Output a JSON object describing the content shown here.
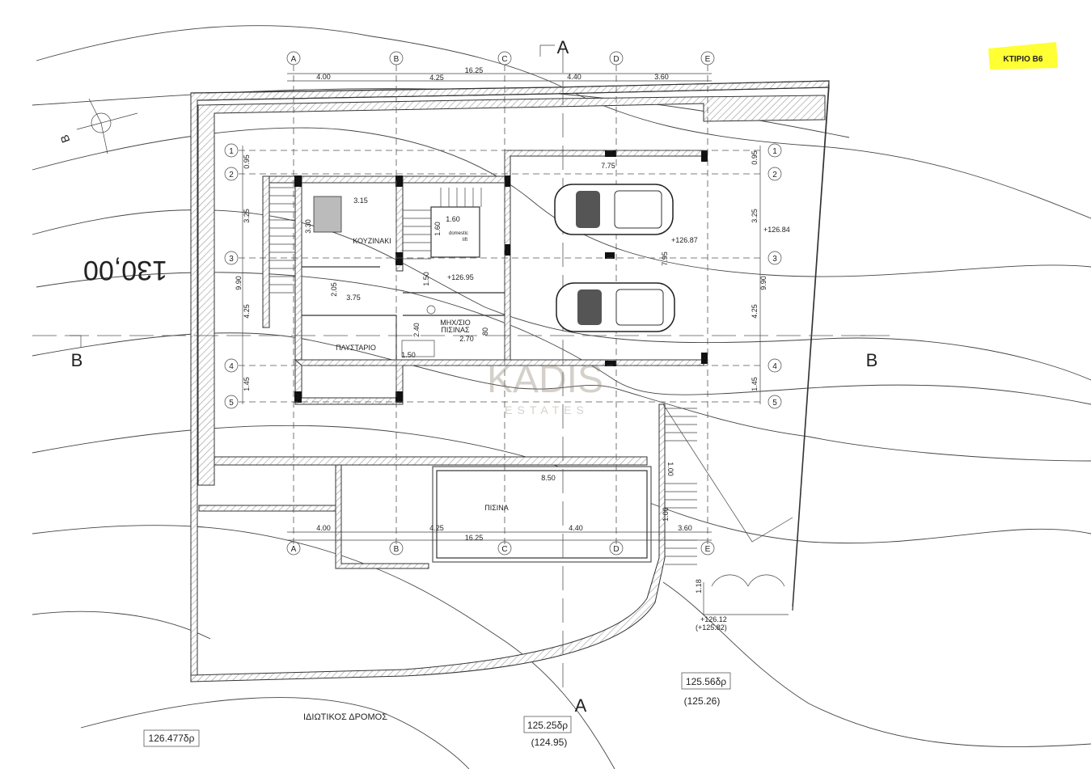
{
  "building_label": "ΚΤΙΡΙΟ Β6",
  "highlight_color": "#ffff33",
  "grid_columns": [
    "A",
    "B",
    "C",
    "D",
    "E"
  ],
  "grid_rows": [
    "1",
    "2",
    "3",
    "4",
    "5"
  ],
  "section_markers": {
    "a": "A",
    "b": "B"
  },
  "north_label": "B",
  "contour_label": "130,00",
  "top_dimensions": {
    "total": "16.25",
    "spans": [
      "4.00",
      "4.25",
      "4.40",
      "3.60"
    ]
  },
  "bottom_dimensions": {
    "total": "16.25",
    "spans": [
      "4.00",
      "4.25",
      "4.40",
      "3.60"
    ],
    "pool": "8.50"
  },
  "row_dimensions": {
    "spans": [
      "0.95",
      "3.25",
      "4.25",
      "1.45"
    ],
    "total": "9.90"
  },
  "rooms": {
    "kitchenette": "ΚΟΥΖΙΝΑΚΙ",
    "laundry": "ΠΛΥΣΤΑΡΙΟ",
    "pool_machine_line1": "ΜΗΧ/ΣΙΟ",
    "pool_machine_line2": "ΠΙΣΙΝΑΣ",
    "pool": "ΠΙΣΙΝΑ",
    "lift_line1": "domestic",
    "lift_line2": "lift",
    "road": "ΙΔΙΩΤΙΚΟΣ ΔΡΟΜΟΣ"
  },
  "room_dimensions": {
    "bed_w": "3.15",
    "bed_h": "3.30",
    "lift_w": "1.60",
    "lift_h": "1.60",
    "hall_h": "1.50",
    "corr_h": "2.05",
    "corr_w": "3.75",
    "bath_h": "2.40",
    "machine_w": "2.70",
    "door": "80",
    "shower": "1.50",
    "garage_w": "7.75",
    "garage_h": "7.95",
    "stair1": "1.00",
    "stair2": "1.00",
    "stair_e": "1.18"
  },
  "levels": {
    "garage": "+126.87",
    "east": "+126.84",
    "hall": "+126.95",
    "entry": "+126.12",
    "entry_sub": "(+125.82)",
    "road1": "125.56δρ",
    "road1_sub": "(125.26)",
    "road2": "125.25δρ",
    "road2_sub": "(124.95)",
    "road3": "126.477δρ"
  },
  "watermark": {
    "main": "KADIS",
    "sub": "ESTATES"
  }
}
